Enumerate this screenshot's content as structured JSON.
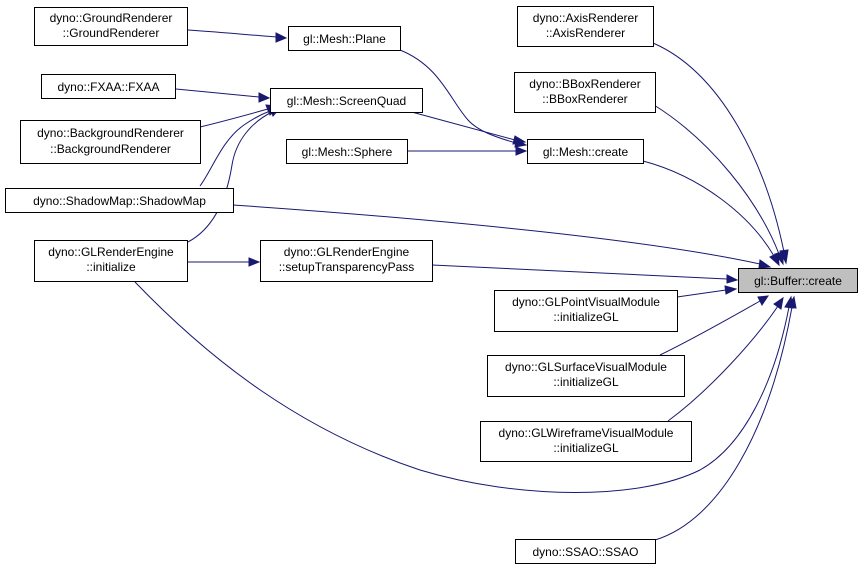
{
  "graph": {
    "colors": {
      "edge": "#191970",
      "node_border": "#000000",
      "node_fill": "#ffffff",
      "focus_fill": "#bfbfbf"
    },
    "nodes": {
      "groundrenderer": {
        "lines": [
          "dyno::GroundRenderer",
          "::GroundRenderer"
        ]
      },
      "plane": {
        "lines": [
          "gl::Mesh::Plane"
        ]
      },
      "fxaa": {
        "lines": [
          "dyno::FXAA::FXAA"
        ]
      },
      "screenquad": {
        "lines": [
          "gl::Mesh::ScreenQuad"
        ]
      },
      "backgroundrenderer": {
        "lines": [
          "dyno::BackgroundRenderer",
          "::BackgroundRenderer"
        ]
      },
      "sphere": {
        "lines": [
          "gl::Mesh::Sphere"
        ]
      },
      "shadowmap": {
        "lines": [
          "dyno::ShadowMap::ShadowMap"
        ]
      },
      "glrenderengine_initialize": {
        "lines": [
          "dyno::GLRenderEngine",
          "::initialize"
        ]
      },
      "setuptransparencypass": {
        "lines": [
          "dyno::GLRenderEngine",
          "::setupTransparencyPass"
        ]
      },
      "axisrenderer": {
        "lines": [
          "dyno::AxisRenderer",
          "::AxisRenderer"
        ]
      },
      "bboxrenderer": {
        "lines": [
          "dyno::BBoxRenderer",
          "::BBoxRenderer"
        ]
      },
      "mesh_create": {
        "lines": [
          "gl::Mesh::create"
        ]
      },
      "buffer_create": {
        "lines": [
          "gl::Buffer::create"
        ]
      },
      "glpointvisualmodule": {
        "lines": [
          "dyno::GLPointVisualModule",
          "::initializeGL"
        ]
      },
      "glsurfacevisualmodule": {
        "lines": [
          "dyno::GLSurfaceVisualModule",
          "::initializeGL"
        ]
      },
      "glwireframevisualmodule": {
        "lines": [
          "dyno::GLWireframeVisualModule",
          "::initializeGL"
        ]
      },
      "ssao": {
        "lines": [
          "dyno::SSAO::SSAO"
        ]
      }
    },
    "edges": [
      {
        "from": "groundrenderer",
        "to": "plane"
      },
      {
        "from": "fxaa",
        "to": "screenquad"
      },
      {
        "from": "backgroundrenderer",
        "to": "screenquad"
      },
      {
        "from": "shadowmap",
        "to": "screenquad"
      },
      {
        "from": "glrenderengine_initialize",
        "to": "screenquad"
      },
      {
        "from": "plane",
        "to": "mesh_create"
      },
      {
        "from": "screenquad",
        "to": "mesh_create"
      },
      {
        "from": "sphere",
        "to": "mesh_create"
      },
      {
        "from": "glrenderengine_initialize",
        "to": "setuptransparencypass"
      },
      {
        "from": "axisrenderer",
        "to": "buffer_create"
      },
      {
        "from": "bboxrenderer",
        "to": "buffer_create"
      },
      {
        "from": "mesh_create",
        "to": "buffer_create"
      },
      {
        "from": "shadowmap",
        "to": "buffer_create"
      },
      {
        "from": "setuptransparencypass",
        "to": "buffer_create"
      },
      {
        "from": "glpointvisualmodule",
        "to": "buffer_create"
      },
      {
        "from": "glsurfacevisualmodule",
        "to": "buffer_create"
      },
      {
        "from": "glwireframevisualmodule",
        "to": "buffer_create"
      },
      {
        "from": "glrenderengine_initialize",
        "to": "buffer_create"
      },
      {
        "from": "ssao",
        "to": "buffer_create"
      }
    ]
  }
}
